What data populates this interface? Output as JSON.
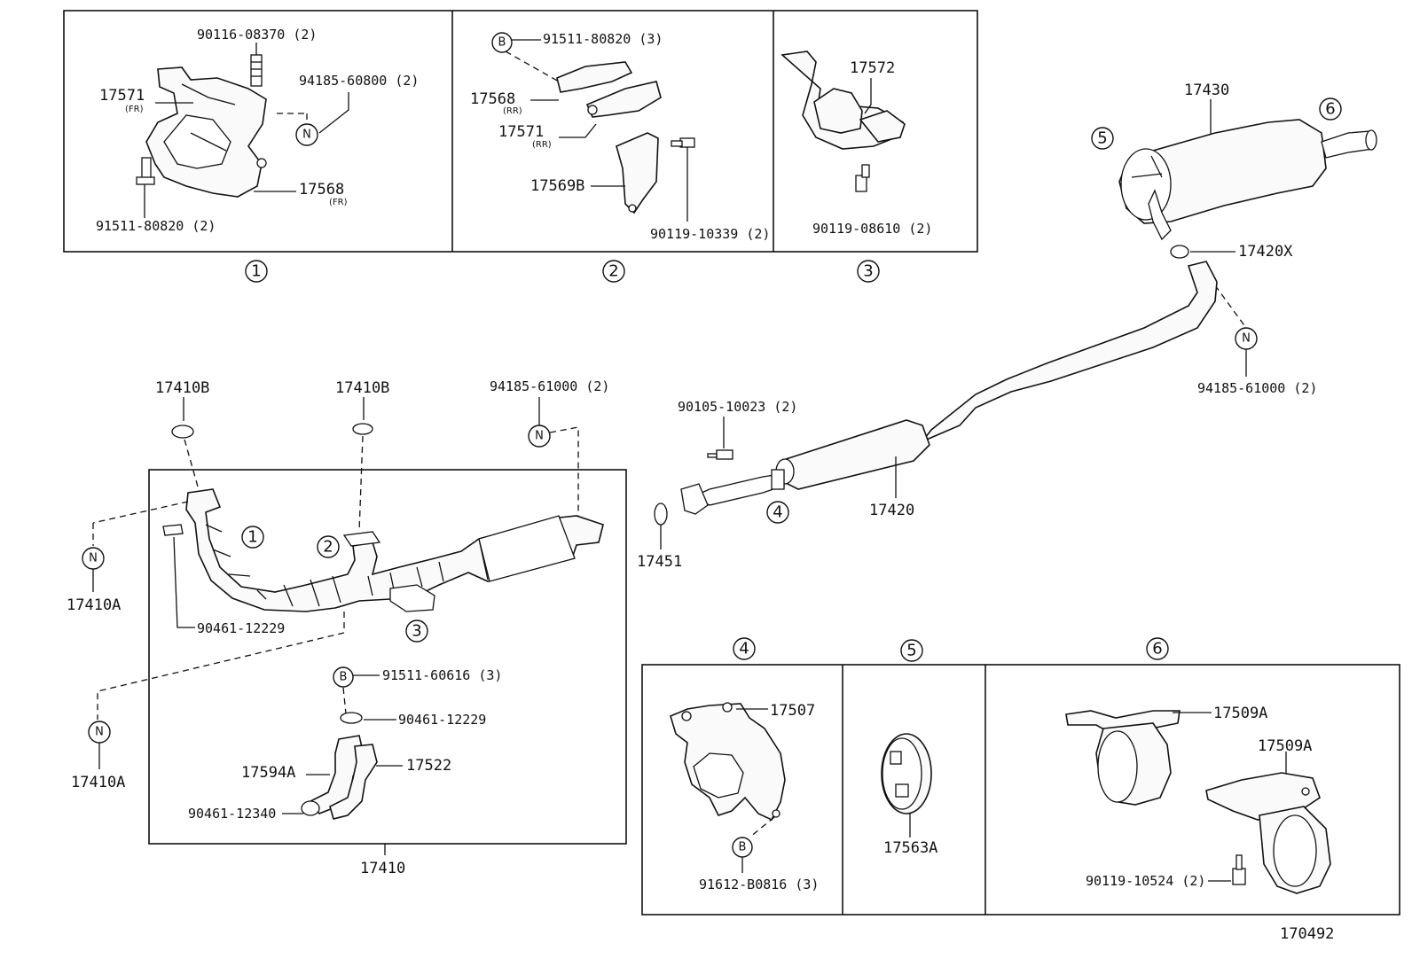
{
  "diagram_id": "170492",
  "markers": {
    "n": "N",
    "b": "B",
    "one": "1",
    "two": "2",
    "three": "3",
    "four": "4",
    "five": "5",
    "six": "6"
  },
  "inset1": {
    "p_90116": "90116-08370 (2)",
    "p_17571": "17571",
    "p_17571_sub": "(FR)",
    "p_94185": "94185-60800 (2)",
    "p_17568": "17568",
    "p_17568_sub": "(FR)",
    "p_91511": "91511-80820 (2)"
  },
  "inset2": {
    "p_91511": "91511-80820 (3)",
    "p_17568": "17568",
    "p_17568_sub": "(RR)",
    "p_17571": "17571",
    "p_17571_sub": "(RR)",
    "p_17569B": "17569B",
    "p_90119": "90119-10339 (2)"
  },
  "inset3": {
    "p_17572": "17572",
    "p_90119": "90119-08610 (2)"
  },
  "front": {
    "p_17410B_a": "17410B",
    "p_17410B_b": "17410B",
    "p_94185": "94185-61000 (2)",
    "p_17410A_a": "17410A",
    "p_17410A_b": "17410A",
    "p_90461_a": "90461-12229",
    "p_91511": "91511-60616 (3)",
    "p_90461_b": "90461-12229",
    "p_17594A": "17594A",
    "p_17522": "17522",
    "p_90461_c": "90461-12340",
    "p_17410": "17410"
  },
  "rear": {
    "p_17430": "17430",
    "p_17420X": "17420X",
    "p_94185": "94185-61000 (2)",
    "p_90105": "90105-10023 (2)",
    "p_17451": "17451",
    "p_17420": "17420"
  },
  "inset4": {
    "p_17507": "17507",
    "p_91612": "91612-B0816 (3)"
  },
  "inset5": {
    "p_17563A": "17563A"
  },
  "inset6": {
    "p_17509A_a": "17509A",
    "p_17509A_b": "17509A",
    "p_90119": "90119-10524 (2)"
  }
}
